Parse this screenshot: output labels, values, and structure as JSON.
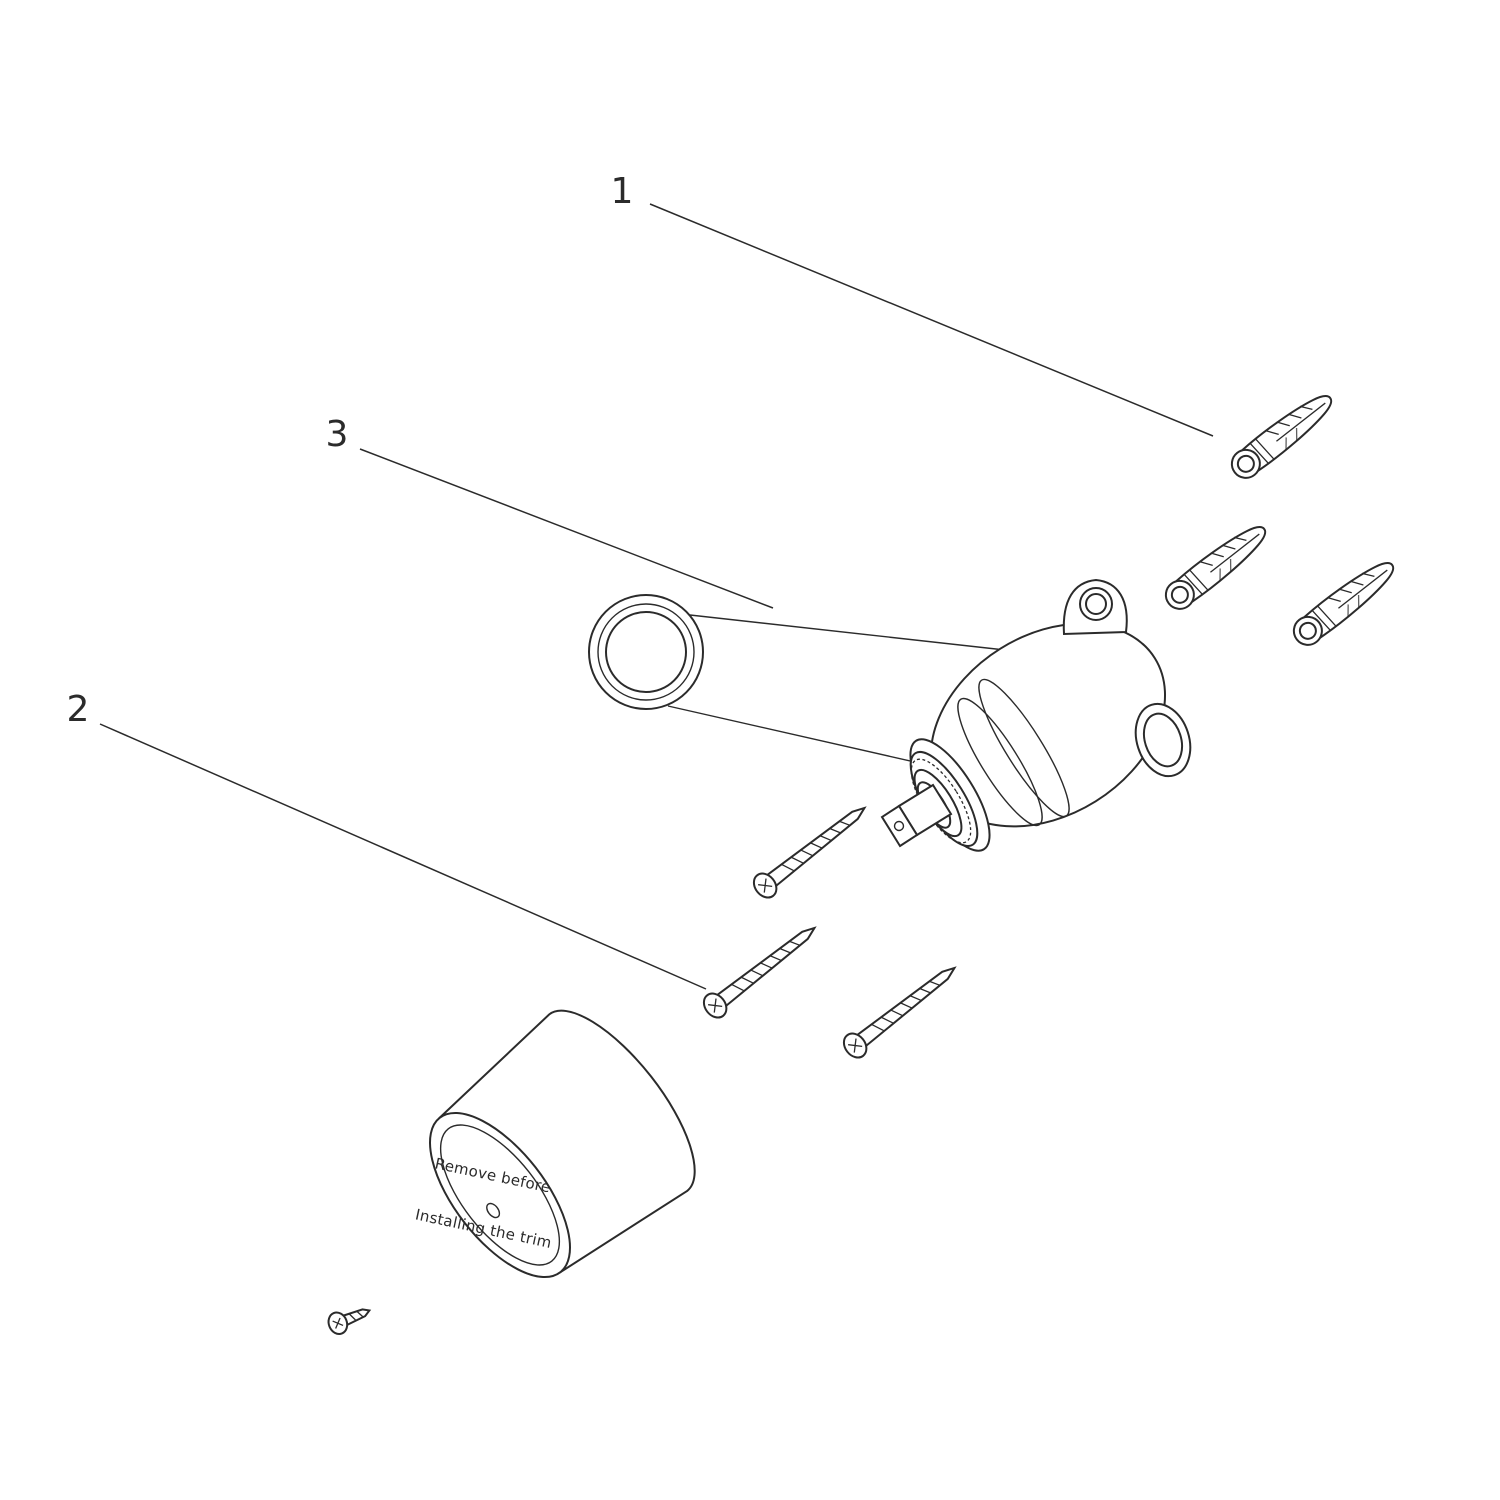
{
  "diagram": {
    "type": "exploded-parts-diagram",
    "background_color": "#ffffff",
    "line_color": "#2b2b2b",
    "callouts": [
      {
        "number": "1"
      },
      {
        "number": "2"
      },
      {
        "number": "3"
      }
    ],
    "cap_label": {
      "line1": "Remove before",
      "line2": "Installing the trim"
    }
  }
}
